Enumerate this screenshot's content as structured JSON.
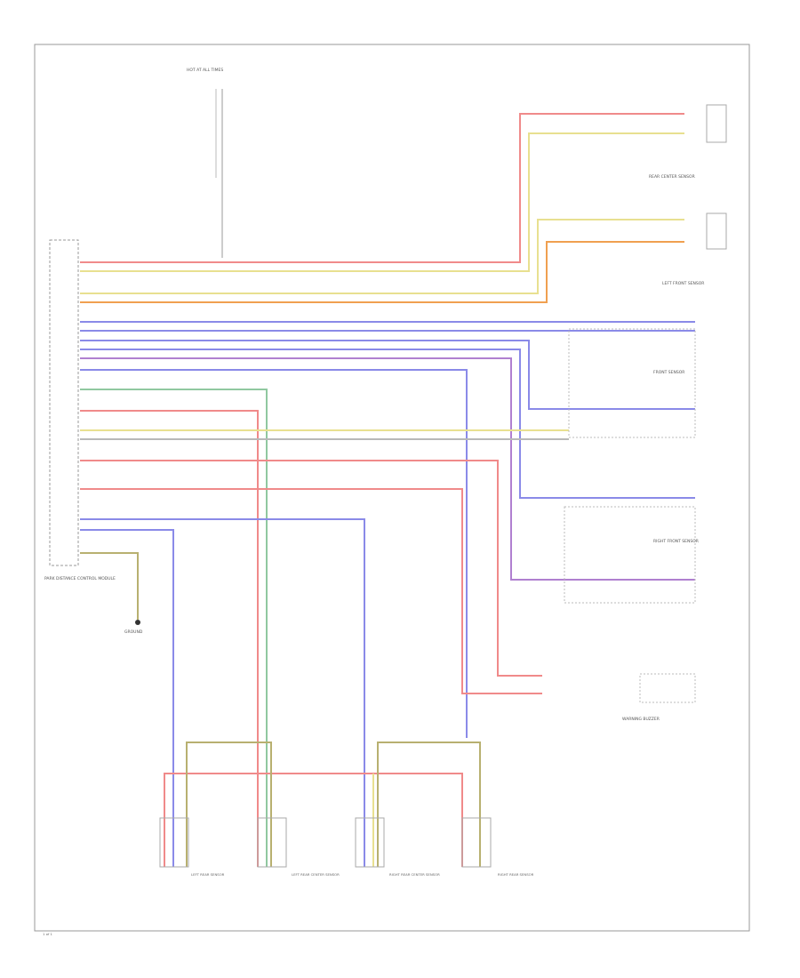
{
  "diagram": {
    "page_number": "1 of 1",
    "blocks": {
      "top_power": "HOT AT ALL TIMES",
      "module": "PARK DISTANCE CONTROL MODULE",
      "ground": "GROUND",
      "rr_sensor": "REAR CENTER SENSOR",
      "lf_sensor": "LEFT FRONT SENSOR",
      "front_sensor": "FRONT SENSOR",
      "rf_sensor": "RIGHT FRONT SENSOR",
      "warning": "WARNING BUZZER",
      "rear1": "LEFT REAR SENSOR",
      "rear2": "LEFT REAR CENTER SENSOR",
      "rear3": "RIGHT REAR CENTER SENSOR",
      "rear4": "RIGHT REAR SENSOR"
    },
    "colors": {
      "red": "#f08a8a",
      "orange": "#f0a050",
      "yellow": "#e8e090",
      "blue": "#8a8ae8",
      "purple": "#b080d0",
      "green": "#90c8a0",
      "gray": "#b8b8b8",
      "olive": "#b8b070",
      "frame": "#999999"
    }
  }
}
